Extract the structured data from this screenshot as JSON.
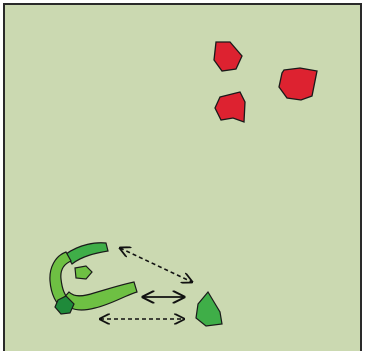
{
  "colors": {
    "page_background": "#ffffff",
    "panel_fill": "#cbd9b1",
    "panel_border": "#2a2a2a",
    "red_region": "#dd2230",
    "green_light": "#6ec043",
    "green_mid": "#3fae48",
    "green_dark": "#1f8a3a",
    "outline": "#1a1a1a",
    "arrow": "#111111"
  },
  "diagram": {
    "red_regions": [
      {
        "id": "red-region-top"
      },
      {
        "id": "red-region-right"
      },
      {
        "id": "red-region-bottom"
      }
    ],
    "green_regions": [
      {
        "id": "green-arc-upper"
      },
      {
        "id": "green-arc-left"
      },
      {
        "id": "green-arc-lower"
      },
      {
        "id": "green-small-blob"
      },
      {
        "id": "green-isolated-blob"
      }
    ],
    "arrows": [
      {
        "id": "arrow-diagonal",
        "style": "dashed",
        "direction": "both"
      },
      {
        "id": "arrow-middle",
        "style": "solid",
        "direction": "both"
      },
      {
        "id": "arrow-bottom",
        "style": "dashed",
        "direction": "both"
      }
    ]
  }
}
